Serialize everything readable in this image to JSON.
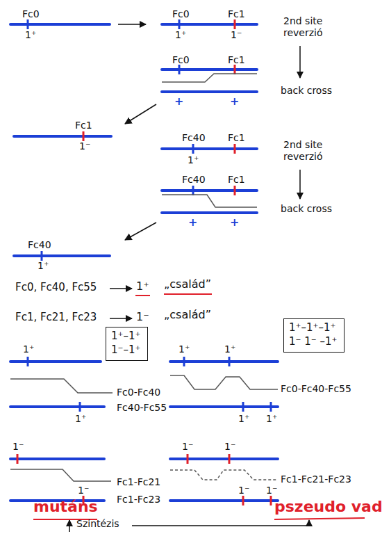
{
  "diagram": {
    "nodes": [
      {
        "text": [
          "1⁺–1⁺",
          "1⁻–1⁺"
        ]
      },
      {
        "text": [
          "1⁺–1⁺–1⁺",
          "1⁻ 1⁻ –1⁺"
        ]
      }
    ],
    "labels": [
      "Fc0",
      "1⁺",
      "Fc0",
      "Fc1",
      "1⁺",
      "1⁻",
      "2nd site reverzió",
      "Fc0",
      "Fc1",
      "+",
      "+",
      "back cross",
      "Fc1",
      "1⁻",
      "Fc40",
      "Fc1",
      "1⁺",
      "2nd site reverzió",
      "Fc40",
      "Fc1",
      "+",
      "+",
      "back cross",
      "Fc40",
      "1⁺",
      "Fc0, Fc40, Fc55",
      "1⁺",
      "„család”",
      "Fc1, Fc21, Fc23",
      "1⁻",
      "„család”",
      "1⁺",
      "Fc0-Fc40",
      "Fc40-Fc55",
      "1⁺",
      "1⁺",
      "1⁺",
      "Fc0-Fc40-Fc55",
      "1⁺",
      "1⁺",
      "1⁻",
      "Fc1-Fc21",
      "Fc1-Fc23",
      "1⁻",
      "1⁻",
      "1⁻",
      "Fc1-Fc21-Fc23",
      "1⁻",
      "1⁻",
      "mutáns",
      "Szintézis",
      "pszeudo vad"
    ]
  }
}
